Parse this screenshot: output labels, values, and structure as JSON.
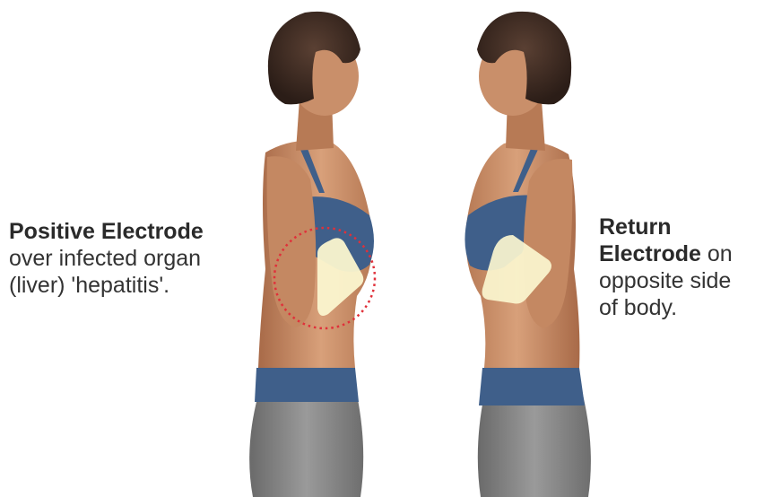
{
  "left_annotation": {
    "bold": "Positive Electrode",
    "line1": "over infected organ",
    "line2": "(liver) 'hepatitis'."
  },
  "right_annotation": {
    "bold1": "Return",
    "bold2": "Electrode",
    "tail": " on",
    "line3": "opposite side",
    "line4": "of body."
  },
  "colors": {
    "skin": "#c98f6a",
    "hair": "#3b2a22",
    "bra": "#3f5f8a",
    "waistband": "#3f5f8a",
    "shorts": "#7f7f7f",
    "electrode_pad": "#fbf6cf",
    "target_circle": "#e0303a"
  },
  "icons": {
    "left_figure": "woman-profile-facing-right",
    "right_figure": "woman-profile-facing-left",
    "target": "dotted-circle-marker",
    "pads": "electrode-pad"
  }
}
